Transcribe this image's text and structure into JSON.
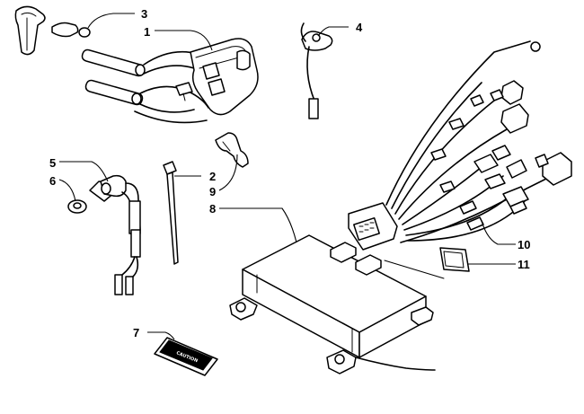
{
  "callouts": [
    "1",
    "2",
    "3",
    "4",
    "5",
    "6",
    "7",
    "8",
    "9",
    "10",
    "11"
  ],
  "decal_text": "CAUTION",
  "colors": {
    "ink": "#000000",
    "paper": "#ffffff"
  }
}
